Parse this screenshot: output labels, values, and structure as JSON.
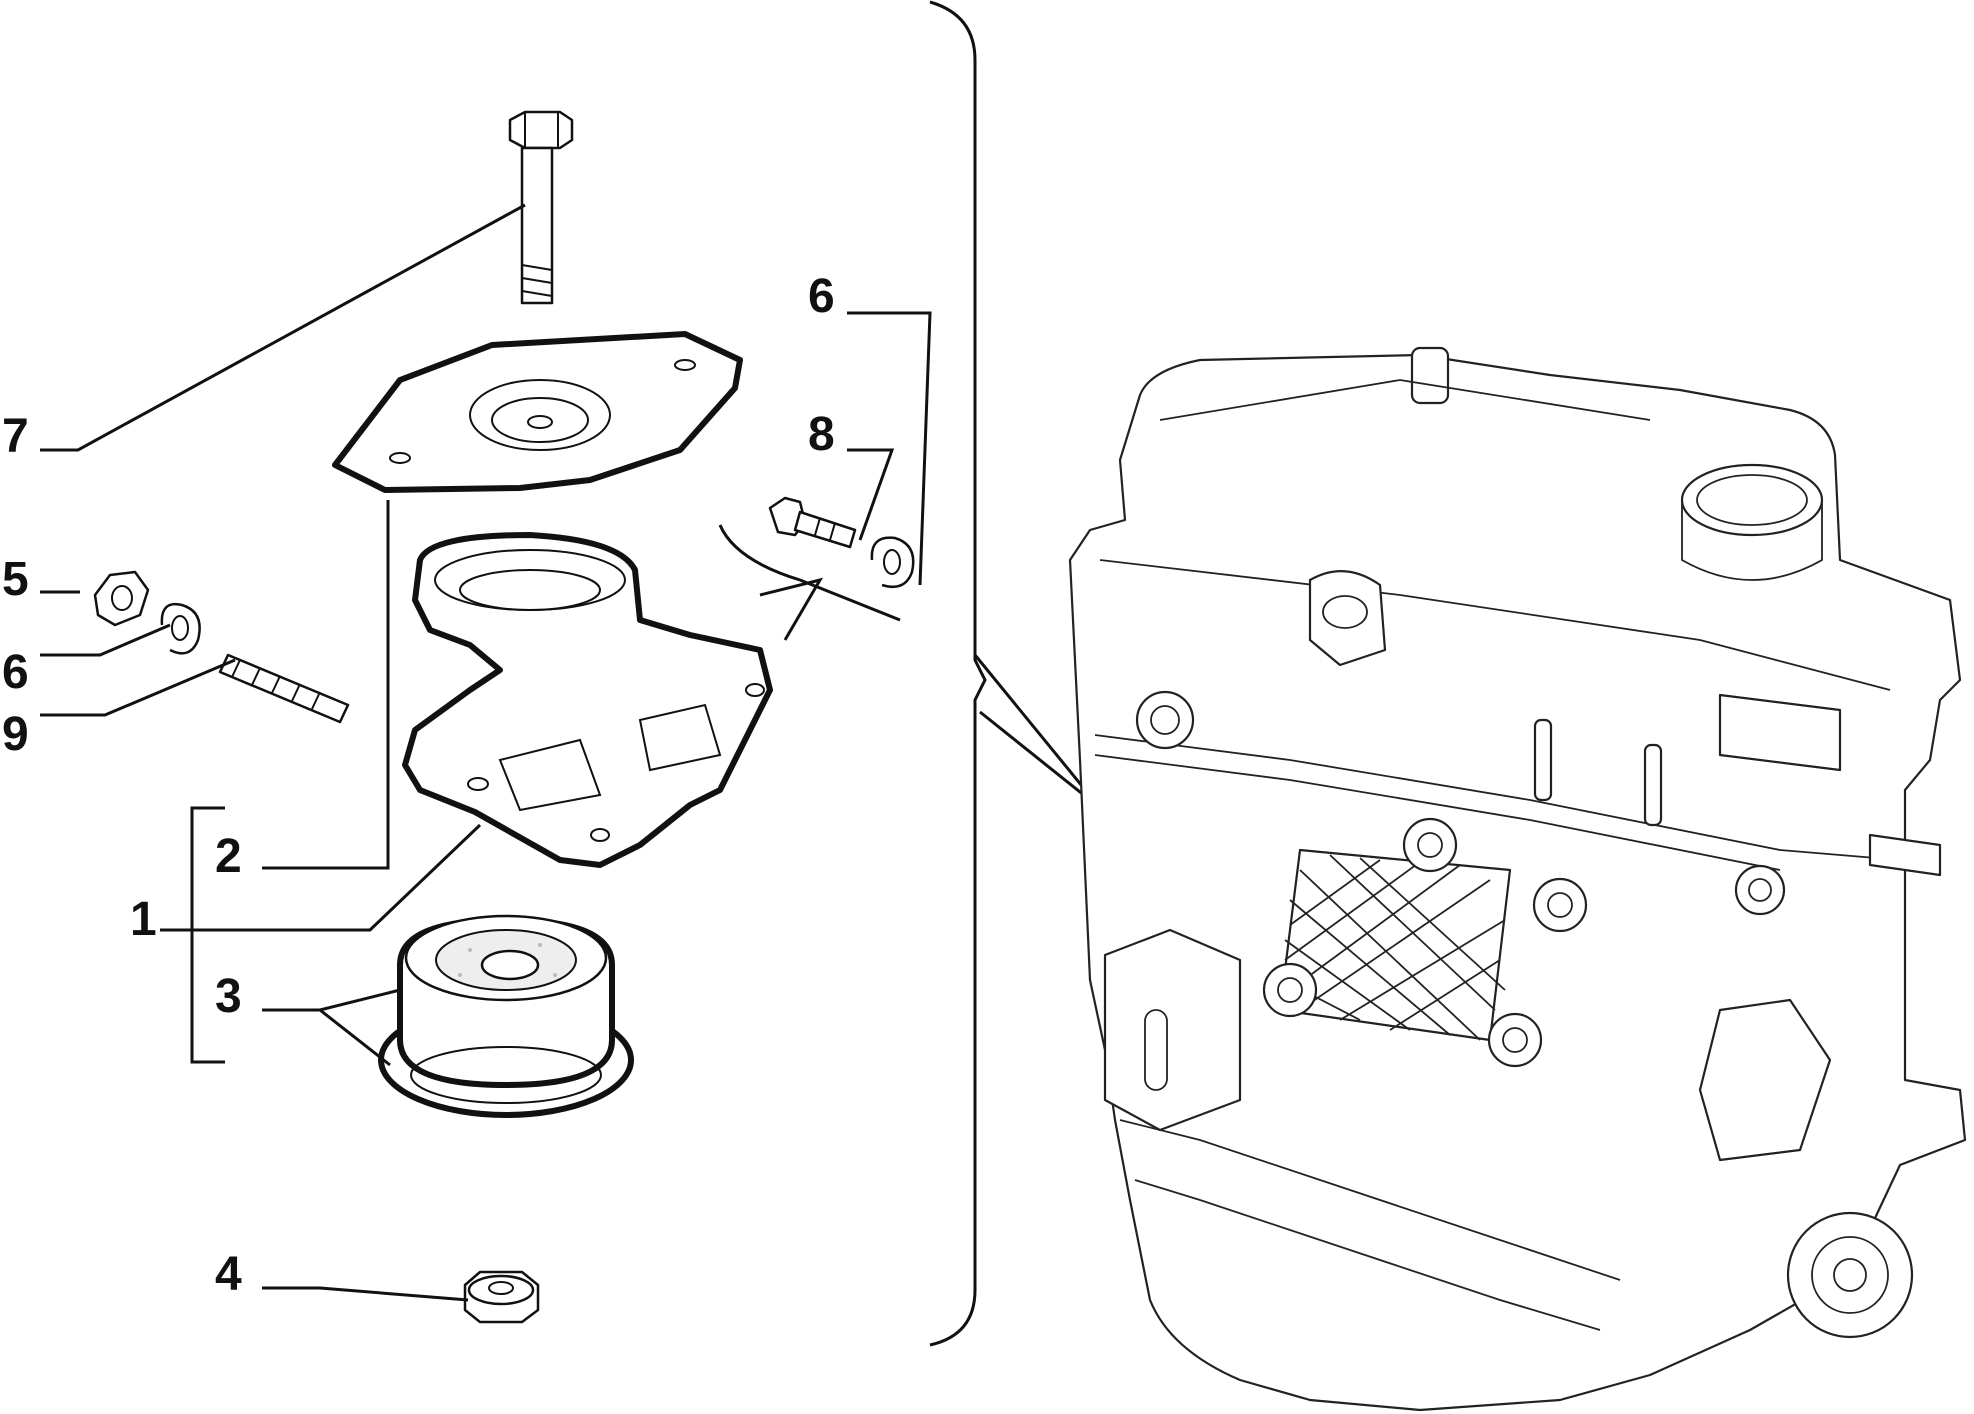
{
  "diagram": {
    "callouts": {
      "item_7": "7",
      "item_6_top": "6",
      "item_8": "8",
      "item_5": "5",
      "item_6_left": "6",
      "item_9": "9",
      "item_2": "2",
      "item_1": "1",
      "item_3": "3",
      "item_4": "4"
    },
    "parts": {
      "bolt": "bolt-icon",
      "bracket_plate": "bracket-plate-icon",
      "support_bracket": "support-bracket-icon",
      "rubber_mount": "rubber-mount-icon",
      "nut": "nut-icon",
      "washer": "washer-icon",
      "stud": "stud-icon",
      "small_bolt": "small-bolt-icon",
      "engine": "engine-block-icon"
    }
  }
}
